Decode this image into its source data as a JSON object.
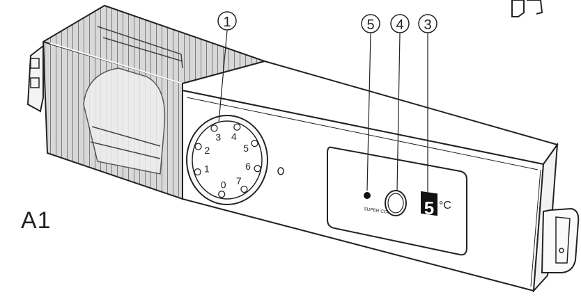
{
  "figure_label": "A1",
  "callouts": [
    {
      "id": "1",
      "label": "1"
    },
    {
      "id": "5",
      "label": "5"
    },
    {
      "id": "4",
      "label": "4"
    },
    {
      "id": "3",
      "label": "3"
    }
  ],
  "dial": {
    "numbers": [
      "1",
      "2",
      "3",
      "4",
      "5",
      "6",
      "7",
      "0"
    ]
  },
  "display": {
    "digit": "5",
    "unit": "°C"
  },
  "super_cool_label": "SUPER COOL"
}
